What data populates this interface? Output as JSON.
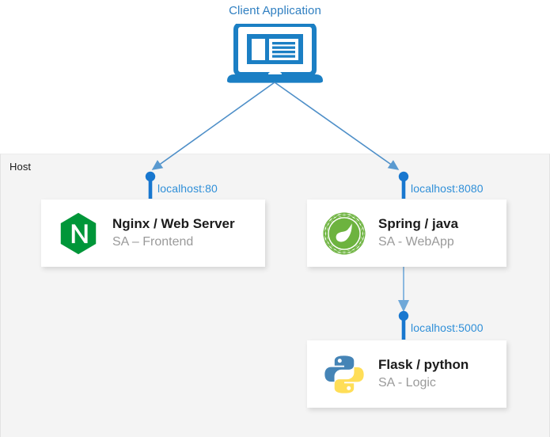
{
  "diagram": {
    "title": "Client Application",
    "host": {
      "label": "Host"
    },
    "client": {
      "label": "Client Application",
      "icon": "laptop-icon"
    },
    "colors": {
      "client_blue": "#1b7fc4",
      "connector_blue": "#4e8fc8",
      "port_label_blue": "#2f8fd8",
      "endpoint_blue": "#1877cf",
      "host_background": "#f4f4f4",
      "card_background": "#ffffff",
      "nginx_green": "#009639",
      "spring_green": "#6db33f",
      "python_blue": "#4584b6",
      "python_yellow": "#ffde57",
      "title_text": "#1b1b1b",
      "subtitle_text": "#9a9a9a"
    },
    "nodes": [
      {
        "id": "nginx",
        "title": "Nginx / Web Server",
        "subtitle": "SA – Frontend",
        "icon": "nginx-logo-icon"
      },
      {
        "id": "spring",
        "title": "Spring / java",
        "subtitle": "SA - WebApp",
        "icon": "spring-logo-icon"
      },
      {
        "id": "flask",
        "title": "Flask / python",
        "subtitle": "SA - Logic",
        "icon": "python-logo-icon"
      }
    ],
    "connections": [
      {
        "id": "client-to-nginx",
        "from": "client",
        "to": "nginx",
        "label": "localhost:80"
      },
      {
        "id": "client-to-spring",
        "from": "client",
        "to": "spring",
        "label": "localhost:8080"
      },
      {
        "id": "spring-to-flask",
        "from": "spring",
        "to": "flask",
        "label": "localhost:5000"
      }
    ]
  }
}
